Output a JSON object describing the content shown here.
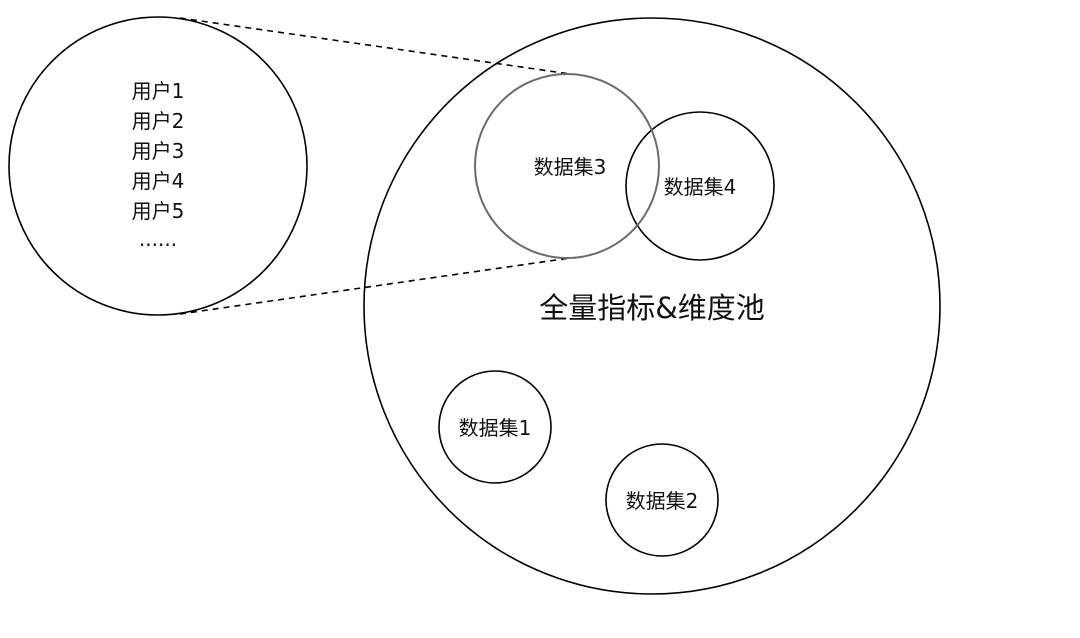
{
  "users": {
    "items": [
      "用户1",
      "用户2",
      "用户3",
      "用户4",
      "用户5",
      "......"
    ]
  },
  "pool": {
    "label": "全量指标&维度池"
  },
  "datasets": {
    "d1": "数据集1",
    "d2": "数据集2",
    "d3": "数据集3",
    "d4": "数据集4"
  },
  "colors": {
    "stroke": "#000000",
    "dataset3_stroke": "#6b6b6b",
    "text": "#111111"
  }
}
